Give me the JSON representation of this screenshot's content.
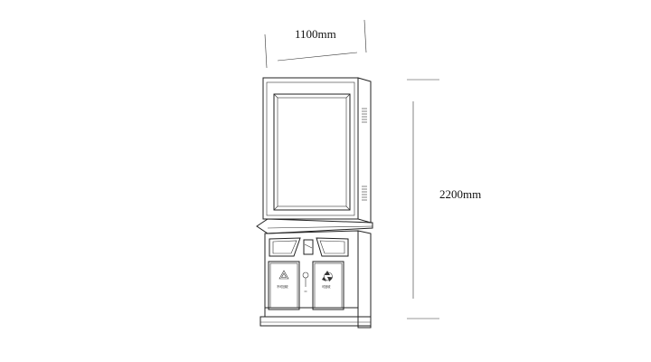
{
  "dimensions": {
    "width": "1100mm",
    "height": "2200mm"
  },
  "bins": {
    "left_label": "不可回收",
    "right_label": "可回收"
  },
  "icons": {
    "left": "recycle-outline-icon",
    "right": "recycle-icon",
    "center": "key-lock-icon"
  },
  "colors": {
    "line": "#222222",
    "background": "#ffffff"
  }
}
